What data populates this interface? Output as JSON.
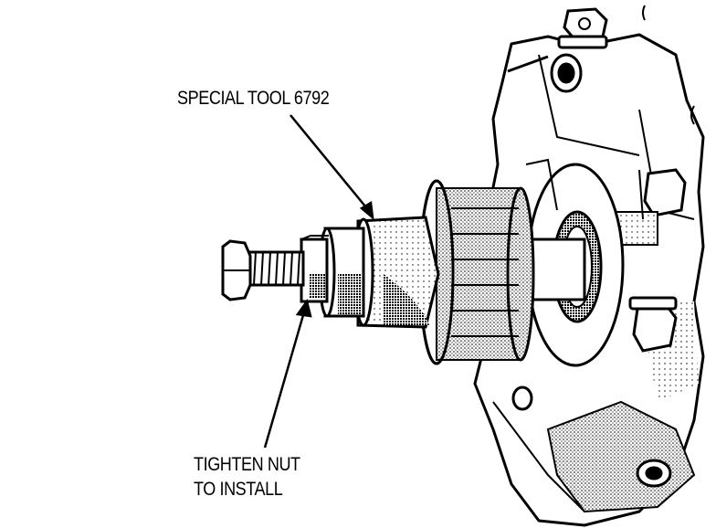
{
  "labels": {
    "special_tool": "SPECIAL TOOL 6792",
    "tighten_line1": "TIGHTEN NUT",
    "tighten_line2": "TO INSTALL"
  },
  "colors": {
    "ink": "#000000",
    "paper": "#ffffff"
  }
}
